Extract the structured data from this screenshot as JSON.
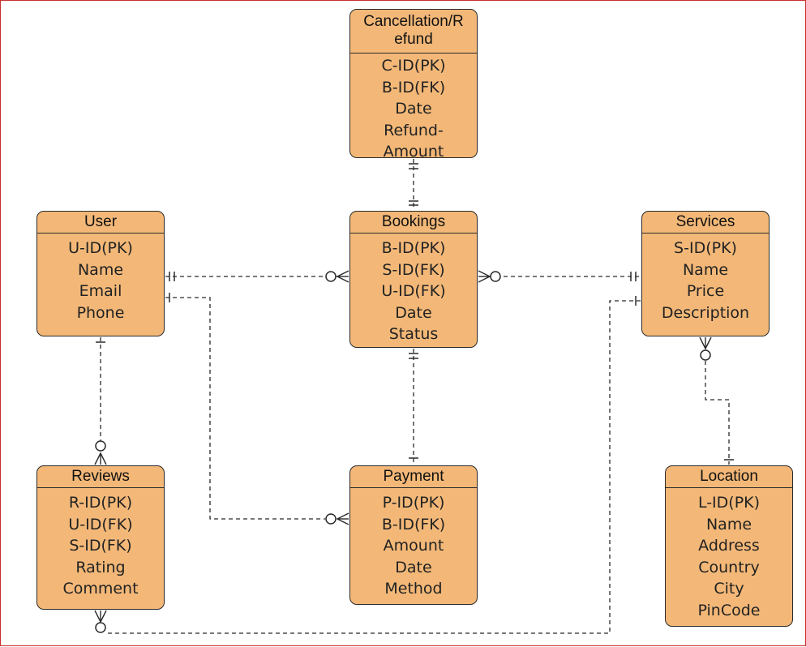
{
  "colors": {
    "entity_fill": "#f3b878",
    "entity_border": "#2a2a2a",
    "line": "#2a2a2a",
    "frame": "#c9302c"
  },
  "entities": {
    "cancellation": {
      "title": "Cancellation/R efund",
      "attributes": [
        "C-ID(PK)",
        "B-ID(FK)",
        "Date",
        "Refund-",
        "Amount"
      ]
    },
    "user": {
      "title": "User",
      "attributes": [
        "U-ID(PK)",
        "Name",
        "Email",
        "Phone"
      ]
    },
    "bookings": {
      "title": "Bookings",
      "attributes": [
        "B-ID(PK)",
        "S-ID(FK)",
        "U-ID(FK)",
        "Date",
        "Status"
      ]
    },
    "services": {
      "title": "Services",
      "attributes": [
        "S-ID(PK)",
        "Name",
        "Price",
        "Description"
      ]
    },
    "reviews": {
      "title": "Reviews",
      "attributes": [
        "R-ID(PK)",
        "U-ID(FK)",
        "S-ID(FK)",
        "Rating",
        "Comment"
      ]
    },
    "payment": {
      "title": "Payment",
      "attributes": [
        "P-ID(PK)",
        "B-ID(FK)",
        "Amount",
        "Date",
        "Method"
      ]
    },
    "location": {
      "title": "Location",
      "attributes": [
        "L-ID(PK)",
        "Name",
        "Address",
        "Country",
        "City",
        "PinCode"
      ]
    }
  },
  "relationships": [
    {
      "from": "cancellation",
      "to": "bookings",
      "from_end": "one",
      "to_end": "one"
    },
    {
      "from": "user",
      "to": "bookings",
      "from_end": "one",
      "to_end": "zero-or-many"
    },
    {
      "from": "services",
      "to": "bookings",
      "from_end": "one",
      "to_end": "zero-or-many"
    },
    {
      "from": "bookings",
      "to": "payment",
      "from_end": "one",
      "to_end": "one"
    },
    {
      "from": "user",
      "to": "payment",
      "from_end": "one",
      "to_end": "zero-or-many"
    },
    {
      "from": "user",
      "to": "reviews",
      "from_end": "one",
      "to_end": "zero-or-many"
    },
    {
      "from": "services",
      "to": "location",
      "from_end": "zero-or-many",
      "to_end": "one"
    },
    {
      "from": "services",
      "to": "reviews",
      "from_end": "one",
      "to_end": "zero-or-many"
    }
  ]
}
